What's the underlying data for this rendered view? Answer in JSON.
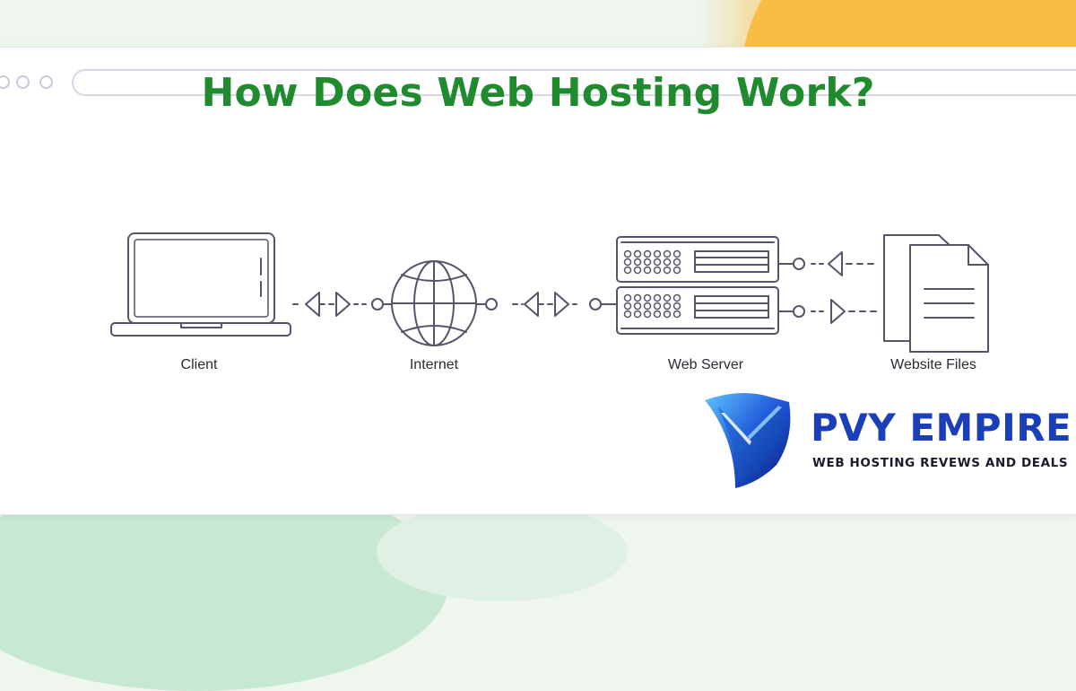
{
  "title": "How Does Web Hosting Work?",
  "nodes": {
    "client": "Client",
    "internet": "Internet",
    "server": "Web Server",
    "files": "Website Files"
  },
  "brand": {
    "name": "PVY EMPIRE",
    "tagline": "WEB HOSTING REVEWS AND DEALS"
  },
  "colors": {
    "title": "#1f8b2e",
    "line": "#55546a",
    "brand_blue": "#1a3fb8",
    "accent_orange": "#f9bd45",
    "accent_green": "#c7e9d2"
  }
}
